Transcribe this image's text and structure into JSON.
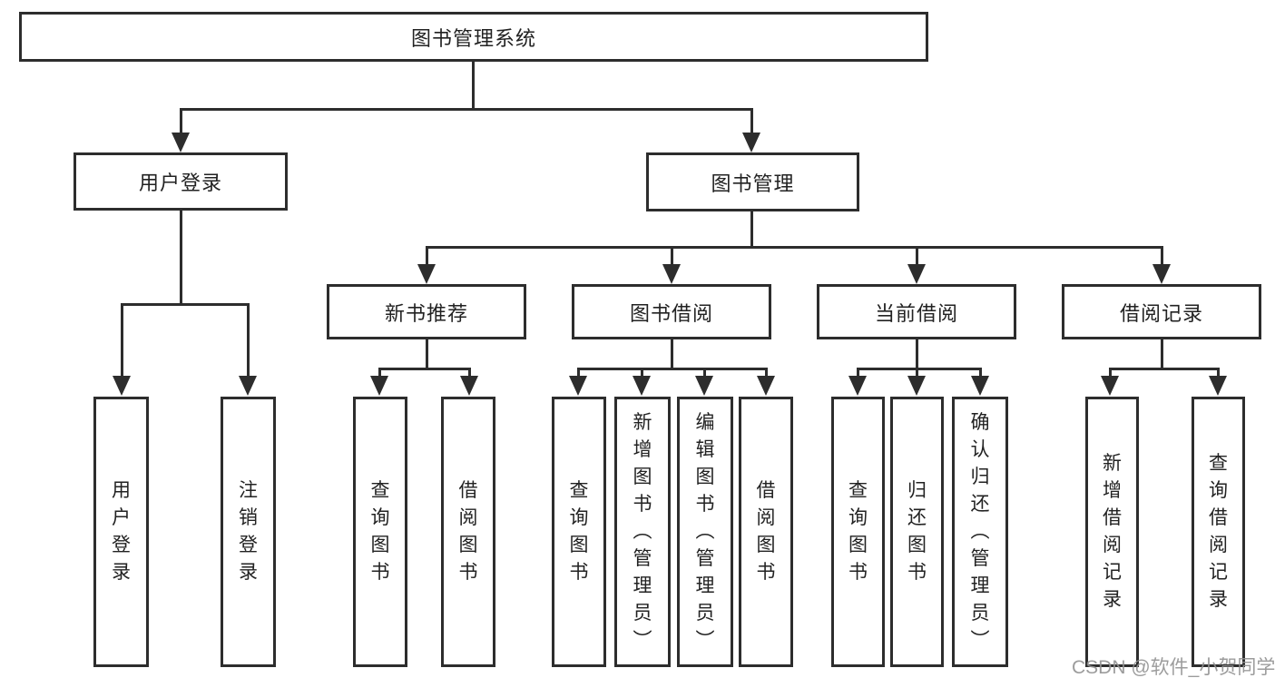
{
  "diagram": {
    "root_label": "图书管理系统",
    "user_login": {
      "label": "用户登录",
      "children": [
        {
          "label": "用户登录"
        },
        {
          "label": "注销登录"
        }
      ]
    },
    "book_mgmt": {
      "label": "图书管理",
      "sections": [
        {
          "label": "新书推荐",
          "children": [
            {
              "label": "查询图书"
            },
            {
              "label": "借阅图书"
            }
          ]
        },
        {
          "label": "图书借阅",
          "children": [
            {
              "label": "查询图书"
            },
            {
              "label": "新增图书（管理员）"
            },
            {
              "label": "编辑图书（管理员）"
            },
            {
              "label": "借阅图书"
            }
          ]
        },
        {
          "label": "当前借阅",
          "children": [
            {
              "label": "查询图书"
            },
            {
              "label": "归还图书"
            },
            {
              "label": "确认归还（管理员）"
            }
          ]
        },
        {
          "label": "借阅记录",
          "children": [
            {
              "label": "新增借阅记录"
            },
            {
              "label": "查询借阅记录"
            }
          ]
        }
      ]
    },
    "line_color": "#2d2d2d",
    "watermark": "CSDN @软件_小贺同学"
  }
}
